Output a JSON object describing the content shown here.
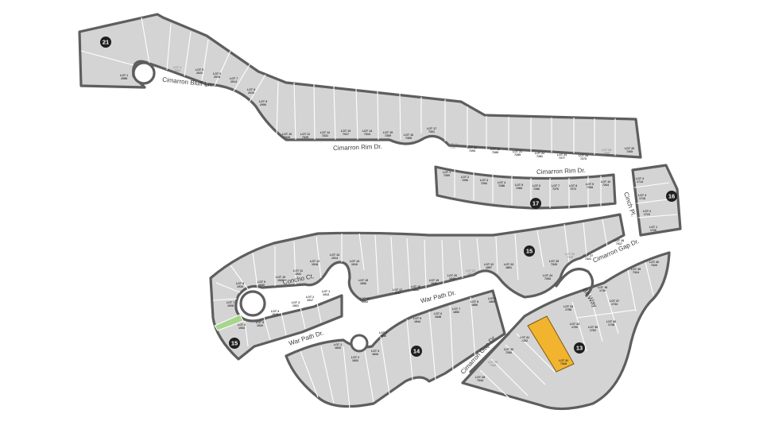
{
  "streets": [
    {
      "id": "cimarron-bluff-ln",
      "text": "Cimarron Bluff Ln."
    },
    {
      "id": "cimarron-rim-dr-1",
      "text": "Cimarron Rim Dr."
    },
    {
      "id": "cimarron-rim-dr-2",
      "text": "Cimarron Rim Dr."
    },
    {
      "id": "cinch-pl",
      "text": "Cinch Pl."
    },
    {
      "id": "concho-ct",
      "text": "Concho Ct."
    },
    {
      "id": "war-path-dr-1",
      "text": "War Path Dr."
    },
    {
      "id": "war-path-dr-2",
      "text": "War Path Dr."
    },
    {
      "id": "cimarron-gap-dr-1",
      "text": "Cimarron Gap Dr."
    },
    {
      "id": "cimarron-gap-dr-2",
      "text": "Cimarron Gap Dr."
    },
    {
      "id": "bit-way",
      "text": "Bit Way"
    }
  ],
  "phases": [
    {
      "id": "phase-21",
      "number": "21"
    },
    {
      "id": "phase-17",
      "number": "17"
    },
    {
      "id": "phase-16",
      "number": "16"
    },
    {
      "id": "phase-15-a",
      "number": "15"
    },
    {
      "id": "phase-15-b",
      "number": "15"
    },
    {
      "id": "phase-14",
      "number": "14"
    },
    {
      "id": "phase-13",
      "number": "13"
    }
  ],
  "lots": [
    {
      "phase": "21",
      "lot": "LOT 1",
      "addr": "2958"
    },
    {
      "phase": "21",
      "lot": "LOT 4",
      "addr": "2024",
      "status": "muted"
    },
    {
      "phase": "21",
      "lot": "LOT 5",
      "addr": "2022"
    },
    {
      "phase": "21",
      "lot": "LOT 6",
      "addr": "2018"
    },
    {
      "phase": "21",
      "lot": "LOT 7",
      "addr": "2014"
    },
    {
      "phase": "21",
      "lot": "LOT 8",
      "addr": "2010"
    },
    {
      "phase": "21",
      "lot": "LOT 9",
      "addr": "2006"
    },
    {
      "phase": "21",
      "lot": "LOT 10",
      "addr": "7329"
    },
    {
      "phase": "21",
      "lot": "LOT 11",
      "addr": "7325"
    },
    {
      "phase": "21",
      "lot": "LOT 12",
      "addr": "7321"
    },
    {
      "phase": "21",
      "lot": "LOT 13",
      "addr": "7317"
    },
    {
      "phase": "21",
      "lot": "LOT 14",
      "addr": "7313"
    },
    {
      "phase": "21",
      "lot": "LOT 15",
      "addr": "7309"
    },
    {
      "phase": "21",
      "lot": "LOT 16",
      "addr": "7305"
    },
    {
      "phase": "21",
      "lot": "LOT 17",
      "addr": "7301"
    },
    {
      "phase": "21",
      "lot": "LOT 18",
      "addr": "7297",
      "status": "muted"
    },
    {
      "phase": "21",
      "lot": "LOT 19",
      "addr": "7293"
    },
    {
      "phase": "21",
      "lot": "LOT 20",
      "addr": "7289"
    },
    {
      "phase": "21",
      "lot": "LOT 21",
      "addr": "7285"
    },
    {
      "phase": "21",
      "lot": "LOT 22",
      "addr": "7281"
    },
    {
      "phase": "21",
      "lot": "LOT 23",
      "addr": "7277"
    },
    {
      "phase": "21",
      "lot": "LOT 24",
      "addr": "7273"
    },
    {
      "phase": "21",
      "lot": "LOT 25",
      "addr": "7269",
      "status": "muted"
    },
    {
      "phase": "21",
      "lot": "LOT 26",
      "addr": "7265"
    },
    {
      "phase": "17",
      "lot": "LOT 1",
      "addr": "7300"
    },
    {
      "phase": "17",
      "lot": "LOT 2",
      "addr": "7296"
    },
    {
      "phase": "17",
      "lot": "LOT 3",
      "addr": "7292"
    },
    {
      "phase": "17",
      "lot": "LOT 4",
      "addr": "7288"
    },
    {
      "phase": "17",
      "lot": "LOT 5",
      "addr": "7284"
    },
    {
      "phase": "17",
      "lot": "LOT 6",
      "addr": "7280"
    },
    {
      "phase": "17",
      "lot": "LOT 7",
      "addr": "7276"
    },
    {
      "phase": "17",
      "lot": "LOT 8",
      "addr": "7272"
    },
    {
      "phase": "17",
      "lot": "LOT 9",
      "addr": "7268"
    },
    {
      "phase": "17",
      "lot": "LOT 10",
      "addr": "7264"
    },
    {
      "phase": "16",
      "lot": "LOT 4",
      "addr": "1714"
    },
    {
      "phase": "16",
      "lot": "LOT 3",
      "addr": "1718"
    },
    {
      "phase": "16",
      "lot": "LOT 2",
      "addr": "1722"
    },
    {
      "phase": "16",
      "lot": "LOT 1",
      "addr": "1726"
    },
    {
      "phase": "15",
      "lot": "LOT 1",
      "addr": "1913"
    },
    {
      "phase": "15",
      "lot": "LOT 2",
      "addr": "1917"
    },
    {
      "phase": "15",
      "lot": "LOT 3",
      "addr": "1921"
    },
    {
      "phase": "15",
      "lot": "LOT 4",
      "addr": "1925"
    },
    {
      "phase": "15",
      "lot": "LOT 5",
      "addr": "1929"
    },
    {
      "phase": "15",
      "lot": "LOT 6",
      "addr": "1933"
    },
    {
      "phase": "15",
      "lot": "LOT 7",
      "addr": "1938"
    },
    {
      "phase": "15",
      "lot": "LOT 8",
      "addr": "1934"
    },
    {
      "phase": "15",
      "lot": "LOT 9",
      "addr": "1930"
    },
    {
      "phase": "15",
      "lot": "LOT 10",
      "addr": "1926"
    },
    {
      "phase": "15",
      "lot": "LOT 11",
      "addr": "1922"
    },
    {
      "phase": "15",
      "lot": "LOT 12",
      "addr": "1918"
    },
    {
      "phase": "15",
      "lot": "LOT 13",
      "addr": "1914"
    },
    {
      "phase": "15",
      "lot": "LOT 14",
      "addr": "1910"
    },
    {
      "phase": "15",
      "lot": "LOT 15",
      "addr": "1906"
    },
    {
      "phase": "15",
      "lot": "LOT 16",
      "addr": "1902"
    },
    {
      "phase": "15",
      "lot": "LOT 17",
      "addr": "1837"
    },
    {
      "phase": "15",
      "lot": "LOT 18",
      "addr": "1841"
    },
    {
      "phase": "15",
      "lot": "LOT 19",
      "addr": "1845"
    },
    {
      "phase": "15",
      "lot": "LOT 20",
      "addr": "1849"
    },
    {
      "phase": "15",
      "lot": "LOT 21",
      "addr": "1853",
      "status": "muted"
    },
    {
      "phase": "15",
      "lot": "LOT 22",
      "addr": "1857"
    },
    {
      "phase": "15",
      "lot": "LOT 23",
      "addr": "1861"
    },
    {
      "phase": "15",
      "lot": "LOT 24",
      "addr": "7333"
    },
    {
      "phase": "15",
      "lot": "LOT 25",
      "addr": "7329"
    },
    {
      "phase": "15",
      "lot": "LOT 26",
      "addr": "7325",
      "status": "muted"
    },
    {
      "phase": "15",
      "lot": "LOT 27",
      "addr": "7321"
    },
    {
      "phase": "15",
      "lot": "LOT 28",
      "addr": "7317"
    },
    {
      "phase": "14",
      "lot": "LOT 1",
      "addr": "1826"
    },
    {
      "phase": "14",
      "lot": "LOT 2",
      "addr": "1832"
    },
    {
      "phase": "14",
      "lot": "LOT 3",
      "addr": "1834"
    },
    {
      "phase": "14",
      "lot": "LOT 4",
      "addr": "1840"
    },
    {
      "phase": "14",
      "lot": "LOT 5",
      "addr": "1844"
    },
    {
      "phase": "14",
      "lot": "LOT 6",
      "addr": "1848"
    },
    {
      "phase": "14",
      "lot": "LOT 7",
      "addr": "1852"
    },
    {
      "phase": "14",
      "lot": "LOT 8",
      "addr": "1856"
    },
    {
      "phase": "14",
      "lot": "LOT 9",
      "addr": "1860"
    },
    {
      "phase": "13",
      "lot": "LOT 28",
      "addr": "7344"
    },
    {
      "phase": "13",
      "lot": "LOT 29",
      "addr": "7340",
      "status": "muted"
    },
    {
      "phase": "13",
      "lot": "LOT 30",
      "addr": "7336"
    },
    {
      "phase": "13",
      "lot": "LOT 31",
      "addr": "7332"
    },
    {
      "phase": "13",
      "lot": "LOT 32",
      "addr": "7328",
      "status": "available"
    },
    {
      "phase": "13",
      "lot": "LOT 33",
      "addr": "1758"
    },
    {
      "phase": "13",
      "lot": "LOT 34",
      "addr": "1760"
    },
    {
      "phase": "13",
      "lot": "LOT 35",
      "addr": "1762"
    },
    {
      "phase": "13",
      "lot": "LOT 36",
      "addr": "1738"
    },
    {
      "phase": "13",
      "lot": "LOT 37",
      "addr": "1734"
    },
    {
      "phase": "13",
      "lot": "LOT 38",
      "addr": "1730"
    },
    {
      "phase": "13",
      "lot": "LOT 39",
      "addr": "7324"
    },
    {
      "phase": "13",
      "lot": "LOT 40",
      "addr": "7320"
    }
  ],
  "colors": {
    "lot_fill": "#d4d4d4",
    "road_outline": "#5e5e5e",
    "available_lot": "#f2b42f",
    "open_space": "#a8d58e",
    "badge": "#1f1f1f"
  }
}
